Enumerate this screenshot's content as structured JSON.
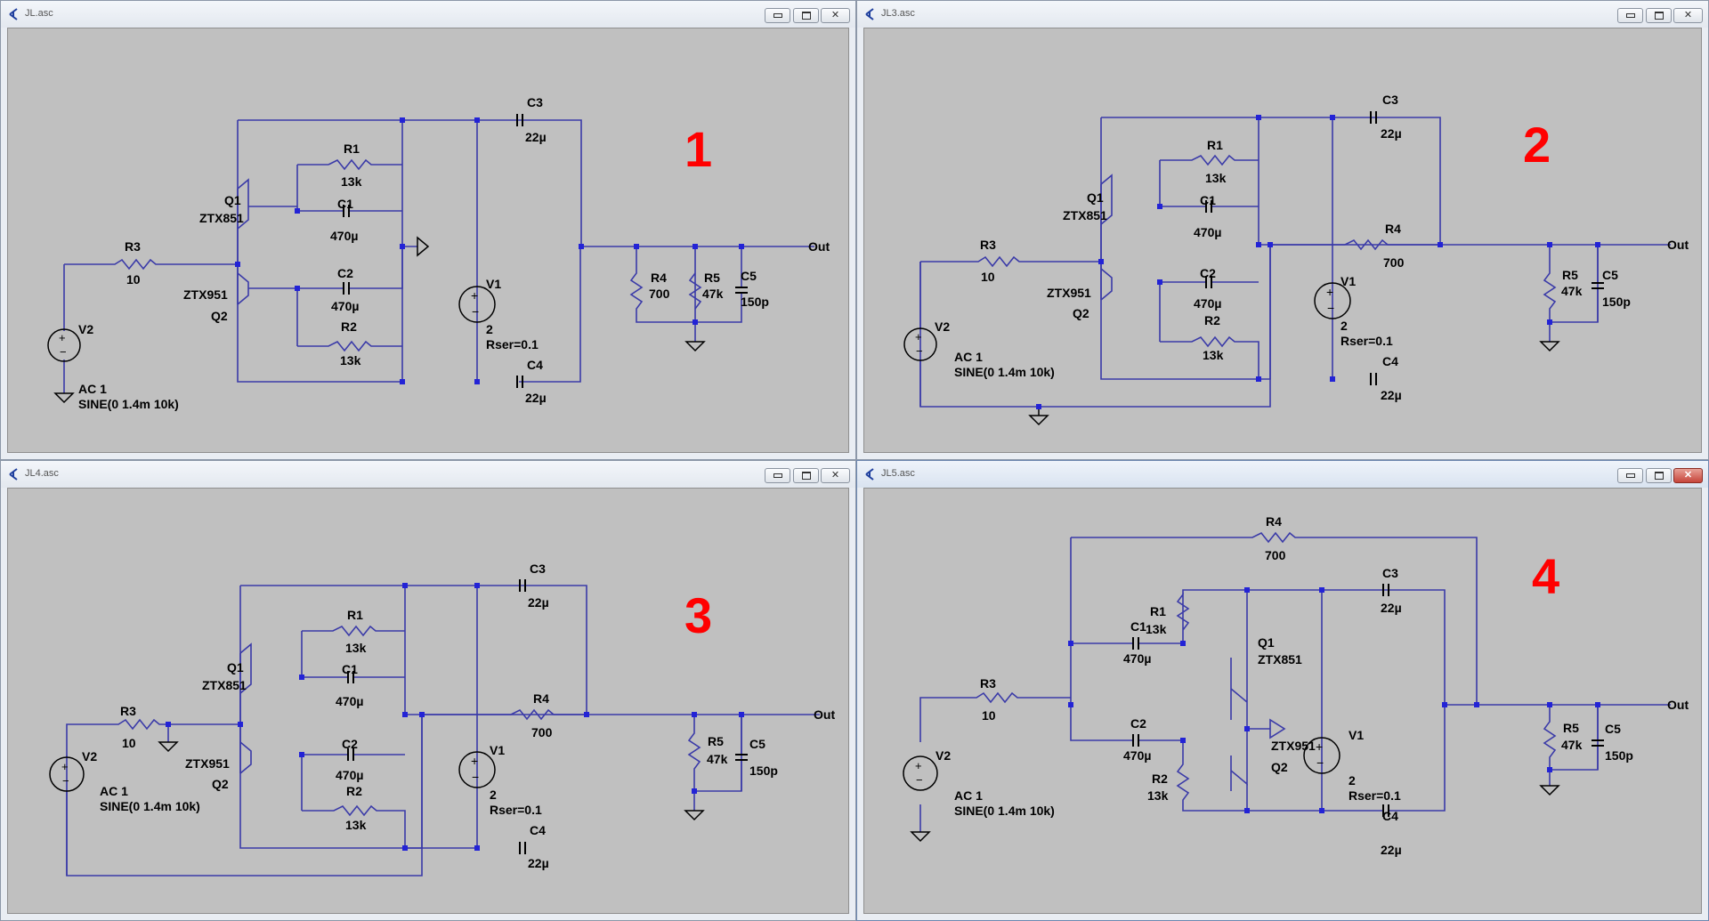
{
  "windows": [
    {
      "title": "JL.asc",
      "number": "1",
      "labels": {
        "c3": "C3",
        "c3v": "22µ",
        "r1": "R1",
        "r1v": "13k",
        "q1": "Q1",
        "q1m": "ZTX851",
        "c1": "C1",
        "c1v": "470µ",
        "r3": "R3",
        "r3v": "10",
        "c2": "C2",
        "c2v": "470µ",
        "q2m": "ZTX951",
        "q2": "Q2",
        "r2": "R2",
        "r2v": "13k",
        "v1": "V1",
        "v1v": "2",
        "v1r": "Rser=0.1",
        "c4": "C4",
        "c4v": "22µ",
        "r4": "R4",
        "r4v": "700",
        "r5": "R5",
        "r5v": "47k",
        "c5": "C5",
        "c5v": "150p",
        "out": "Out",
        "v2": "V2",
        "v2ac": "AC 1",
        "v2sine": "SINE(0 1.4m 10k)"
      }
    },
    {
      "title": "JL3.asc",
      "number": "2",
      "labels": {
        "c3": "C3",
        "c3v": "22µ",
        "r1": "R1",
        "r1v": "13k",
        "q1": "Q1",
        "q1m": "ZTX851",
        "c1": "C1",
        "c1v": "470µ",
        "r3": "R3",
        "r3v": "10",
        "c2": "C2",
        "c2v": "470µ",
        "q2m": "ZTX951",
        "q2": "Q2",
        "r2": "R2",
        "r2v": "13k",
        "v1": "V1",
        "v1v": "2",
        "v1r": "Rser=0.1",
        "c4": "C4",
        "c4v": "22µ",
        "r4": "R4",
        "r4v": "700",
        "r5": "R5",
        "r5v": "47k",
        "c5": "C5",
        "c5v": "150p",
        "out": "Out",
        "v2": "V2",
        "v2ac": "AC 1",
        "v2sine": "SINE(0 1.4m 10k)"
      }
    },
    {
      "title": "JL4.asc",
      "number": "3",
      "labels": {
        "c3": "C3",
        "c3v": "22µ",
        "r1": "R1",
        "r1v": "13k",
        "q1": "Q1",
        "q1m": "ZTX851",
        "c1": "C1",
        "c1v": "470µ",
        "r3": "R3",
        "r3v": "10",
        "c2": "C2",
        "c2v": "470µ",
        "q2m": "ZTX951",
        "q2": "Q2",
        "r2": "R2",
        "r2v": "13k",
        "v1": "V1",
        "v1v": "2",
        "v1r": "Rser=0.1",
        "c4": "C4",
        "c4v": "22µ",
        "r4": "R4",
        "r4v": "700",
        "r5": "R5",
        "r5v": "47k",
        "c5": "C5",
        "c5v": "150p",
        "out": "Out",
        "v2": "V2",
        "v2ac": "AC 1",
        "v2sine": "SINE(0 1.4m 10k)"
      }
    },
    {
      "title": "JL5.asc",
      "number": "4",
      "labels": {
        "r4": "R4",
        "r4v": "700",
        "c3": "C3",
        "c3v": "22µ",
        "r1": "R1",
        "r1v": "13k",
        "c1": "C1",
        "c1v": "470µ",
        "q1": "Q1",
        "q1m": "ZTX851",
        "r3": "R3",
        "r3v": "10",
        "c2": "C2",
        "c2v": "470µ",
        "q2m": "ZTX951",
        "q2": "Q2",
        "r2": "R2",
        "r2v": "13k",
        "v1": "V1",
        "v1v": "2",
        "v1r": "Rser=0.1",
        "c4": "C4",
        "c4v": "22µ",
        "r5": "R5",
        "r5v": "47k",
        "c5": "C5",
        "c5v": "150p",
        "out": "Out",
        "v2": "V2",
        "v2ac": "AC 1",
        "v2sine": "SINE(0 1.4m 10k)"
      }
    }
  ]
}
